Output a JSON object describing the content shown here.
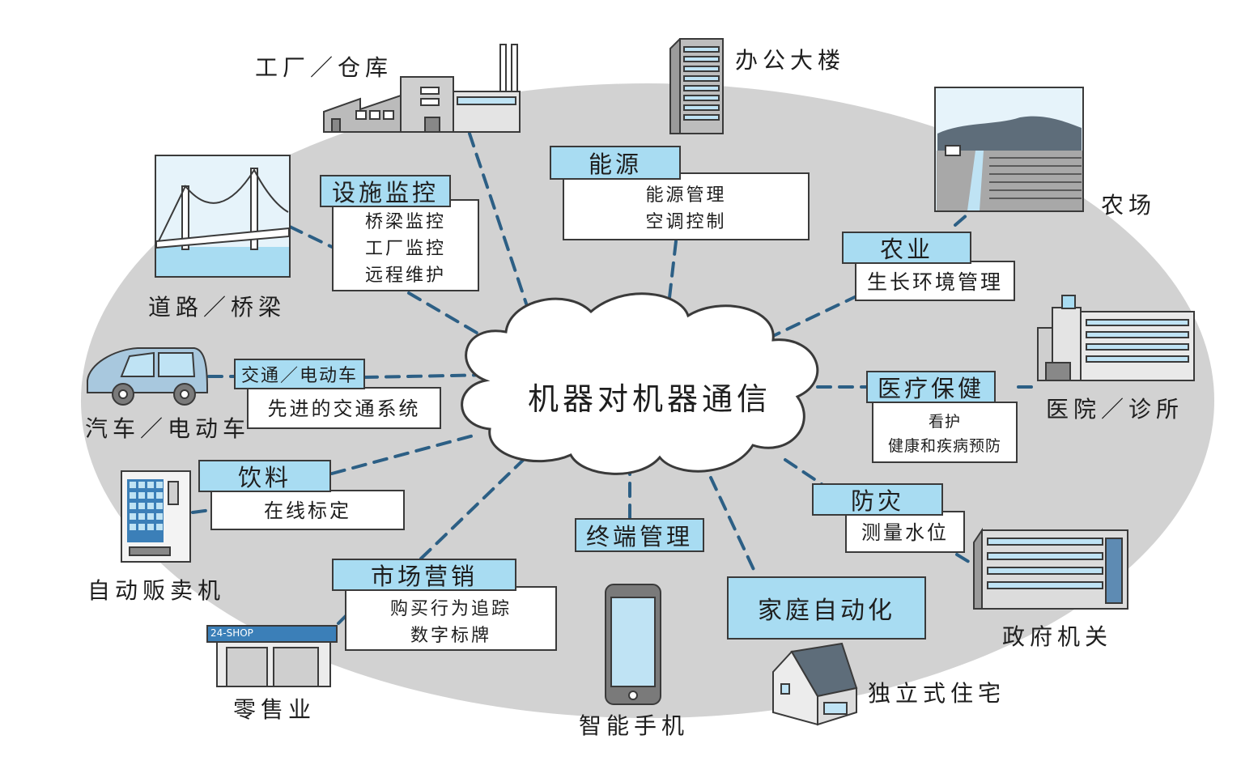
{
  "center": "机器对机器通信",
  "categories": {
    "facility": {
      "tag": "设施监控",
      "items": [
        "桥梁监控",
        "工厂监控",
        "远程维护"
      ]
    },
    "energy": {
      "tag": "能源",
      "items": [
        "能源管理",
        "空调控制"
      ]
    },
    "agri": {
      "tag": "农业",
      "items": [
        "生长环境管理"
      ]
    },
    "traffic": {
      "tag": "交通／电动车",
      "items": [
        "先进的交通系统"
      ]
    },
    "medical": {
      "tag": "医疗保健",
      "items": [
        "看护",
        "健康和疾病预防"
      ]
    },
    "beverage": {
      "tag": "饮料",
      "items": [
        "在线标定"
      ]
    },
    "disaster": {
      "tag": "防灾",
      "items": [
        "测量水位"
      ]
    },
    "marketing": {
      "tag": "市场营销",
      "items": [
        "购买行为追踪",
        "数字标牌"
      ]
    },
    "terminal": {
      "tag": "终端管理"
    },
    "home": {
      "tag": "家庭自动化"
    }
  },
  "places": {
    "factory": "工厂／仓库",
    "office": "办公大楼",
    "farm": "农场",
    "road": "道路／桥梁",
    "car": "汽车／电动车",
    "hospital": "医院／诊所",
    "vending": "自动贩卖机",
    "government": "政府机关",
    "retail": "零售业",
    "smartphone": "智能手机",
    "house": "独立式住宅"
  },
  "shop_sign": "24-SHOP",
  "colors": {
    "blob": "#d2d2d2",
    "tag": "#a8dcf2",
    "line": "#2c5f85",
    "outline": "#3a3a3a",
    "window": "#bfe3f4"
  }
}
